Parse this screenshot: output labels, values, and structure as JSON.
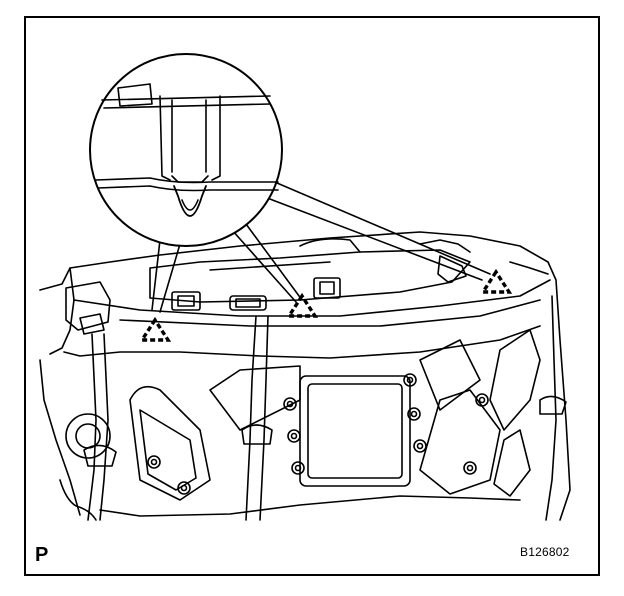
{
  "figure": {
    "view_code": "P",
    "figure_id": "B126802"
  },
  "markers": [
    {
      "name": "clip-location-left",
      "symbol": "triangle-dashed"
    },
    {
      "name": "clip-location-center",
      "symbol": "triangle-dashed"
    },
    {
      "name": "clip-location-right",
      "symbol": "triangle-dashed"
    }
  ],
  "colors": {
    "line": "#000000",
    "background": "#ffffff"
  }
}
